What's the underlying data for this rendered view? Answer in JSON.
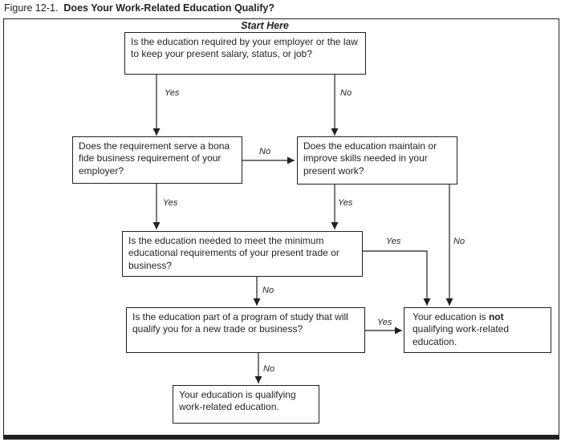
{
  "figure": {
    "label": "Figure 12-1.",
    "title": "Does Your Work-Related Education Qualify?",
    "start_here": "Start Here"
  },
  "labels": {
    "yes": "Yes",
    "no": "No"
  },
  "nodes": {
    "q1": "Is the education required by your employer or the law to keep your present salary, status, or job?",
    "q2": "Does the requirement serve a bona fide business requirement of your employer?",
    "q3": "Does the education maintain or improve skills needed in your present work?",
    "q4": "Is the education needed to meet the minimum educational requirements of your present trade or business?",
    "q5": "Is the education part of a program of study that will qualify you for a new trade or business?",
    "not_qualifying": {
      "pre": "Your education is ",
      "bold": "not",
      "post": " qualifying work-related education."
    },
    "qualifying": "Your education is qualifying work-related education."
  },
  "edges": [
    {
      "from": "q1",
      "to": "q2",
      "label": "Yes"
    },
    {
      "from": "q1",
      "to": "q3",
      "label": "No"
    },
    {
      "from": "q2",
      "to": "q3",
      "label": "No"
    },
    {
      "from": "q2",
      "to": "q4",
      "label": "Yes"
    },
    {
      "from": "q3",
      "to": "q4",
      "label": "Yes"
    },
    {
      "from": "q4",
      "to": "not_qualifying",
      "label": "Yes"
    },
    {
      "from": "q3",
      "to": "not_qualifying",
      "label": "No"
    },
    {
      "from": "q4",
      "to": "q5",
      "label": "No"
    },
    {
      "from": "q5",
      "to": "not_qualifying",
      "label": "Yes"
    },
    {
      "from": "q5",
      "to": "qualifying",
      "label": "No"
    }
  ],
  "colors": {
    "ink": "#231f20",
    "background": "#ffffff"
  }
}
